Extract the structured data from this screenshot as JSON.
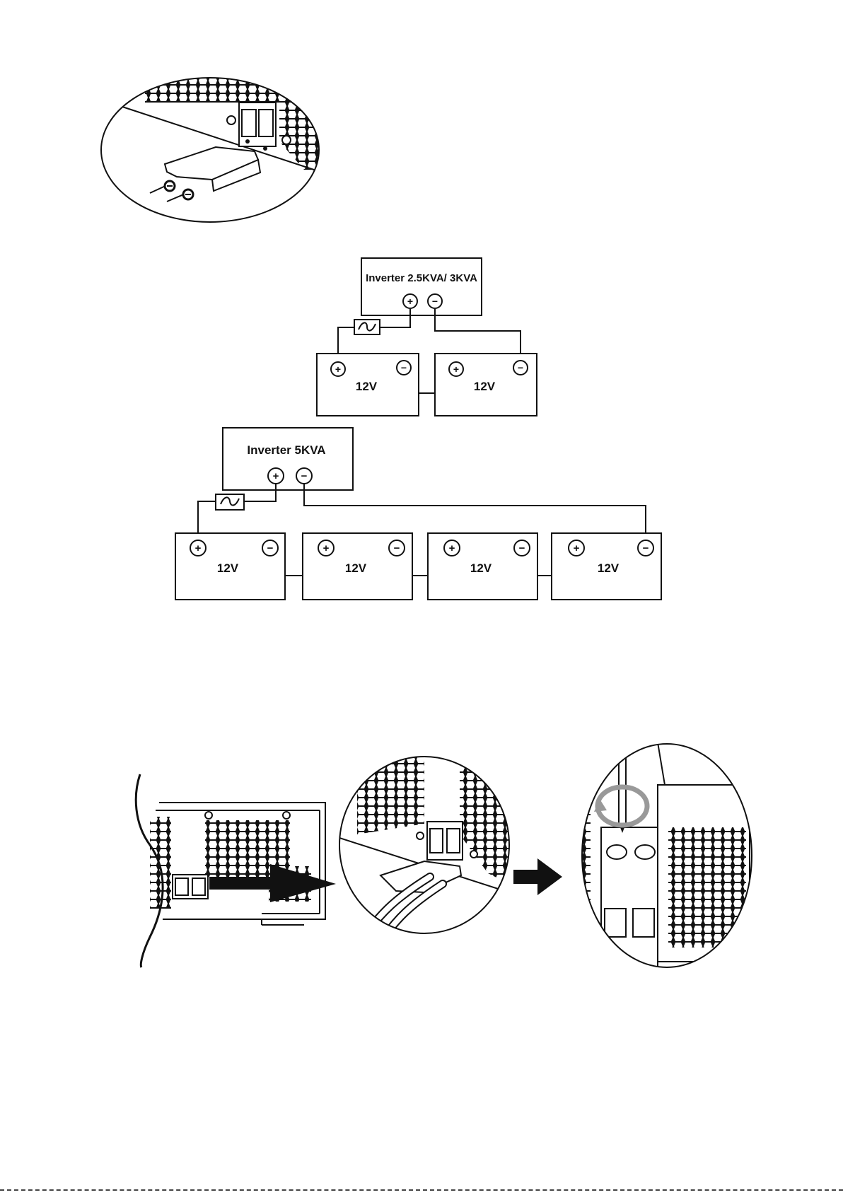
{
  "diagram_3kva": {
    "inverter_label": "Inverter 2.5KVA/ 3KVA",
    "batteries": [
      "12V",
      "12V"
    ]
  },
  "diagram_5kva": {
    "inverter_label": "Inverter 5KVA",
    "batteries": [
      "12V",
      "12V",
      "12V",
      "12V"
    ]
  },
  "terminal_symbols": {
    "positive": "+",
    "negative": "−"
  },
  "icons": {
    "top_illustration": "terminal-cover-screws-illustration",
    "bottom_step1": "inverter-side-illustration",
    "bottom_arrow": "right-arrow-icon",
    "bottom_step2": "cable-insertion-illustration",
    "bottom_step3": "screw-tightening-illustration",
    "rotate": "rotate-icon"
  },
  "colors": {
    "line": "#111111",
    "background": "#ffffff",
    "rotate_ring": "#999999"
  }
}
